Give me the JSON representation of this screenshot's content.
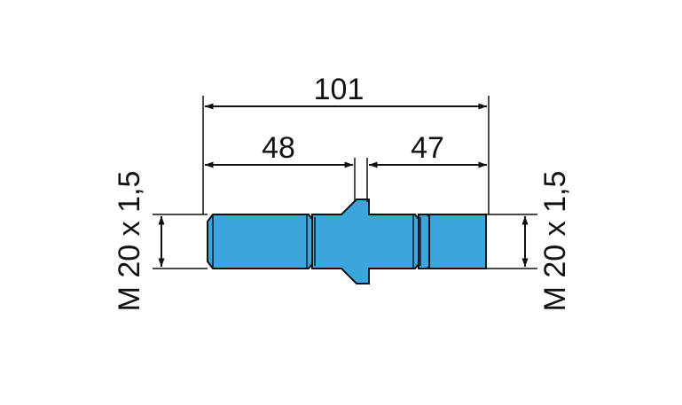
{
  "dimensions": {
    "overall_length": "101",
    "left_length": "48",
    "right_length": "47"
  },
  "threads": {
    "left": "M 20 x 1,5",
    "right": "M 20 x 1,5"
  },
  "colors": {
    "part_fill": "#3aa6dc",
    "line": "#111111",
    "background": "#ffffff"
  }
}
